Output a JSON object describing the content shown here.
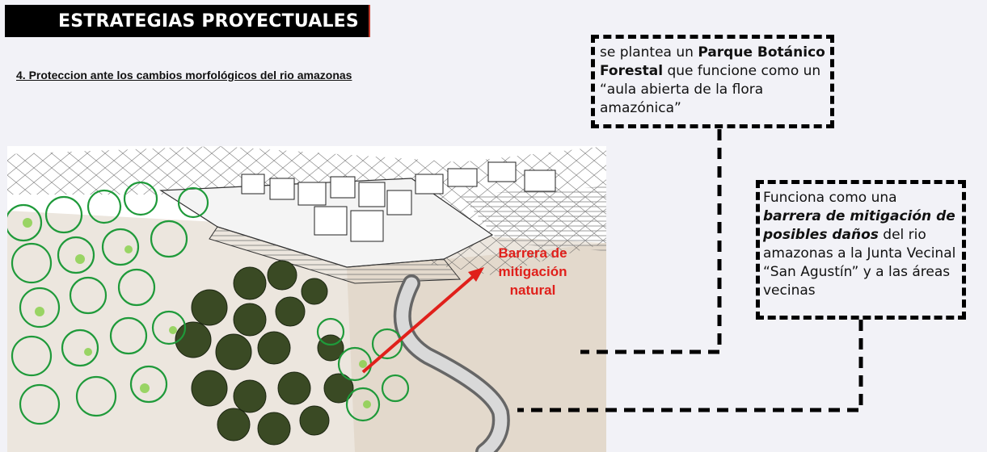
{
  "header": {
    "title": "ESTRATEGIAS PROYECTUALES"
  },
  "subtitle": "4. Proteccion ante los cambios morfológicos del rio amazonas",
  "callout_parque": {
    "pre": "se plantea un ",
    "bold": "Parque Botánico Forestal",
    "post": " que funcione como un “aula abierta de la flora amazónica”"
  },
  "callout_barrera": {
    "pre": "Funciona como una ",
    "bold": "barrera de mitigación de posibles daños",
    "post": " del rio amazonas a la Junta Vecinal “San Agustín” y a las áreas vecinas"
  },
  "scene": {
    "label_line1": "Barrera de",
    "label_line2": "mitigación",
    "label_line3": "natural"
  },
  "colors": {
    "label_red": "#e0201b",
    "title_bg": "#000000"
  }
}
